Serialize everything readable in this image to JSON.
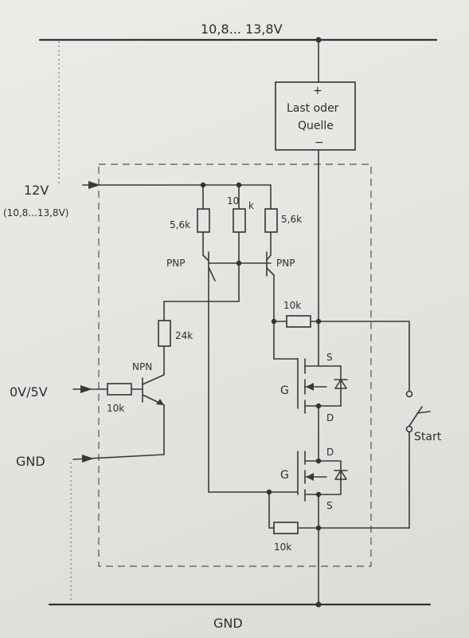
{
  "labels": {
    "supply_top": "10,8... 13,8V",
    "load_plus": "+",
    "load_line1": "Last oder",
    "load_line2": "Quelle",
    "load_minus": "−",
    "input_12v": "12V",
    "input_12v_range": "(10,8...13,8V)",
    "r_left": "5,6k",
    "r_mid_value": "10",
    "r_mid_unit": "k",
    "r_right": "5,6k",
    "pnp_left": "PNP",
    "pnp_right": "PNP",
    "r_24k": "24k",
    "npn": "NPN",
    "r_10k_top": "10k",
    "input_0v5v": "0V/5V",
    "r_10k_input": "10k",
    "gnd_input": "GND",
    "fet1_s": "S",
    "fet1_g": "G",
    "fet1_d": "D",
    "fet2_d": "D",
    "fet2_g": "G",
    "fet2_s": "S",
    "switch": "Start",
    "r_10k_bottom": "10k",
    "gnd_bottom": "GND"
  }
}
